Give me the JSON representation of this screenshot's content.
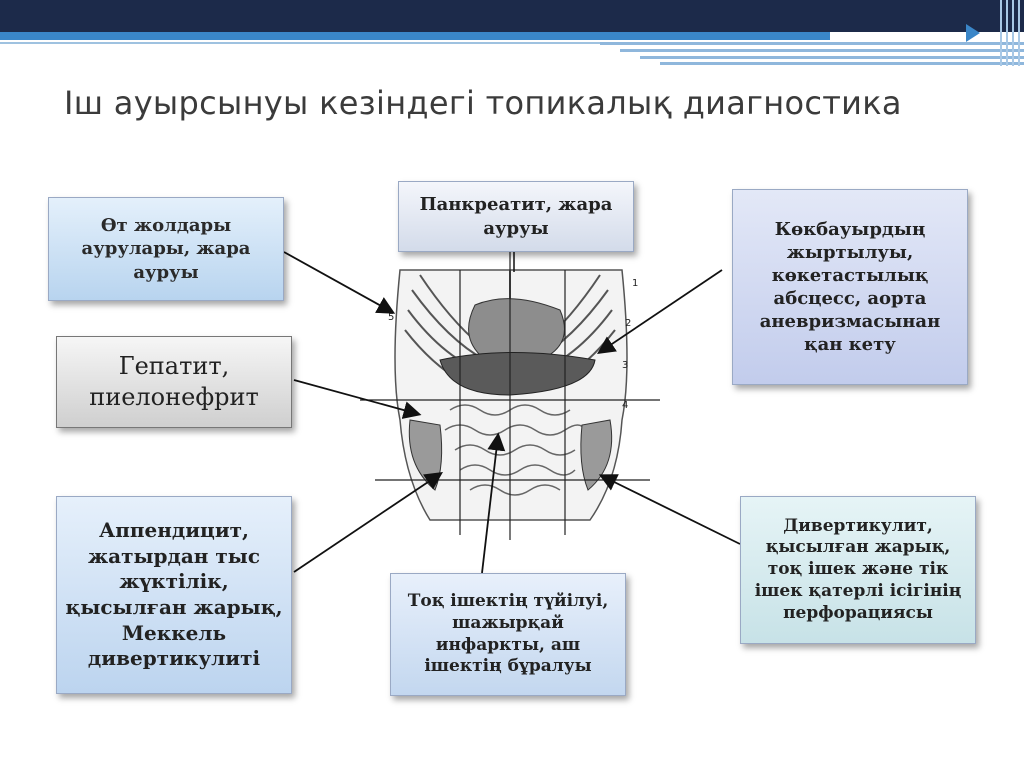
{
  "slide": {
    "title": "Іш ауырсынуы кезіндегі топикалық диагностика"
  },
  "boxes": {
    "bile_ducts": "Өт жолдары\nаурулары, жара\nауруы",
    "pancreatitis": "Панкреатит, жара\nауруы",
    "spleen": "Көкбауырдың\nжыртылуы,\nкөкетастылық\nабсцесс, аорта\nаневризмасынан\nқан кету",
    "hepatitis": "Гепатит,\nпиелонефрит",
    "appendicitis": "Аппендицит,\nжатырдан тыс\nжүктілік,\nқысылған жарық,\nМеккель\nдивертикулиті",
    "colon": "Тоқ ішектің түйілуі,\nшажырқай\nинфаркты, аш\nішектің бұралуы",
    "diverticulitis": "Дивертикулит,\nқысылған жарық,\nтоқ ішек және тік\nішек қатерлі ісігінің\nперфорациясы"
  },
  "figure": {
    "region_numbers": [
      "1",
      "2",
      "3",
      "4",
      "5"
    ]
  },
  "colors": {
    "header_dark": "#1c2a4a",
    "header_accent": "#3a86c8",
    "title_text": "#3b3b3b"
  }
}
